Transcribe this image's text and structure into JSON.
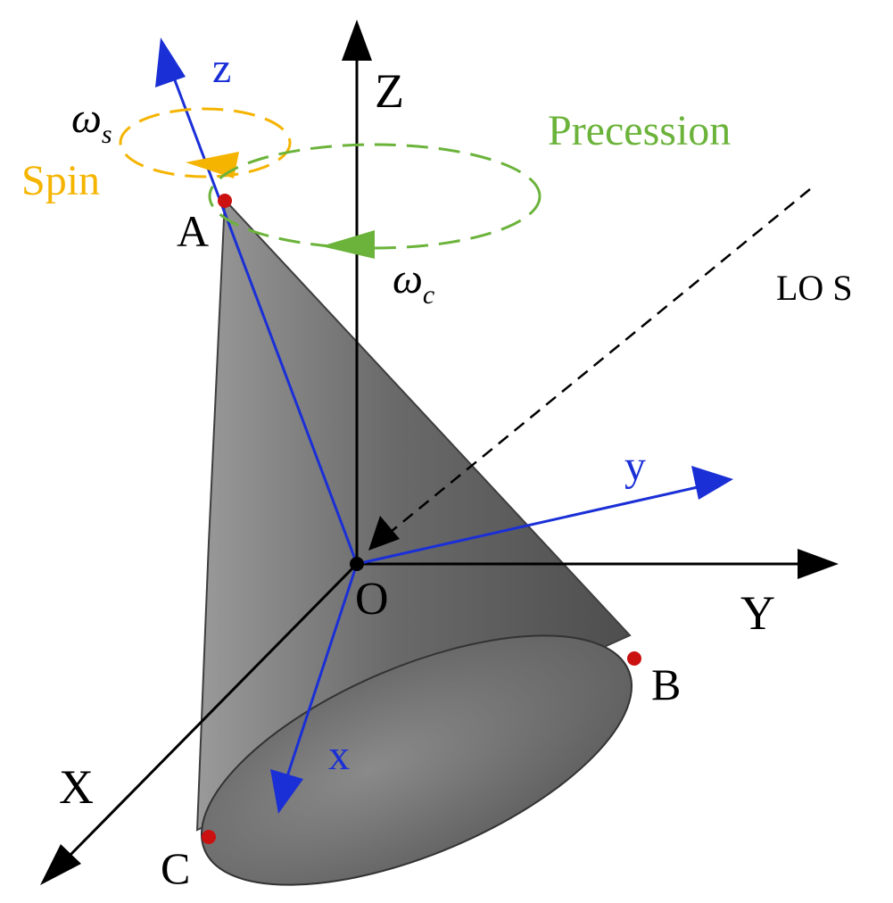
{
  "labels": {
    "global_z": "Z",
    "global_y": "Y",
    "global_x": "X",
    "body_z": "z",
    "body_y": "y",
    "body_x": "x",
    "origin": "O",
    "point_a": "A",
    "point_b": "B",
    "point_c": "C",
    "los": "LO S",
    "spin": "Spin",
    "precession": "Precession",
    "omega_s_main": "ω",
    "omega_s_sub": "s",
    "omega_c_main": "ω",
    "omega_c_sub": "c"
  },
  "colors": {
    "global_axes": "#000000",
    "body_axes": "#1a2fd6",
    "spin": "#f5b400",
    "precession": "#6bb33a",
    "points": "#cc1111",
    "cone_fill": "#6e6e6e"
  }
}
